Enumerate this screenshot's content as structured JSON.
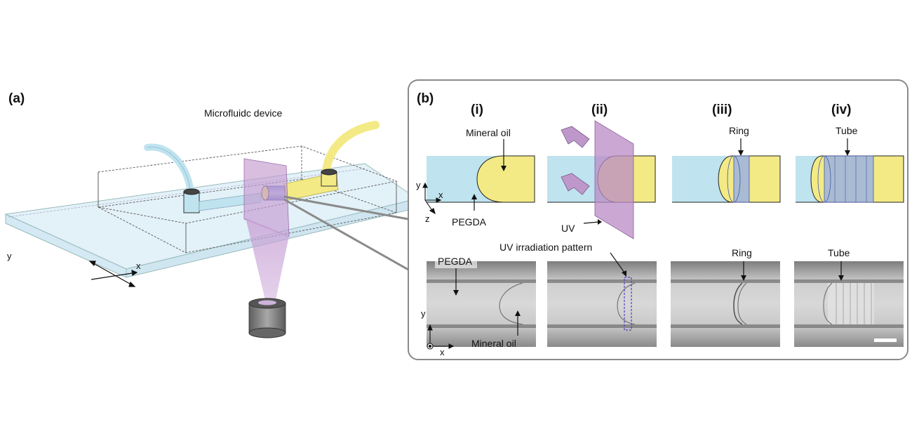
{
  "panel_a": {
    "label": "(a)",
    "device_title": "Microfluidc device",
    "axis_x": "x",
    "axis_y": "y"
  },
  "panel_b": {
    "label": "(b)",
    "steps": [
      {
        "roman": "(i)",
        "top_label": "Mineral oil",
        "bottom_label": "PEGDA"
      },
      {
        "roman": "(ii)",
        "uv_label": "UV"
      },
      {
        "roman": "(iii)",
        "top_label": "Ring"
      },
      {
        "roman": "(iv)",
        "top_label": "Tube"
      }
    ],
    "axes": {
      "y": "y",
      "x": "x",
      "z": "z"
    },
    "micrographs": {
      "m1_top": "PEGDA",
      "m1_bottom": "Mineral oil",
      "m2_top": "UV irradiation pattern",
      "m3_top": "Ring",
      "m4_top": "Tube",
      "axis_y": "y",
      "axis_x": "x"
    }
  },
  "colors": {
    "pegda_blue": "#bfe3ef",
    "oil_yellow": "#f3ea86",
    "uv_purple": "#b98bc6",
    "ring_blue": "#8fa8d8",
    "panel_border": "#8a8a8a"
  }
}
